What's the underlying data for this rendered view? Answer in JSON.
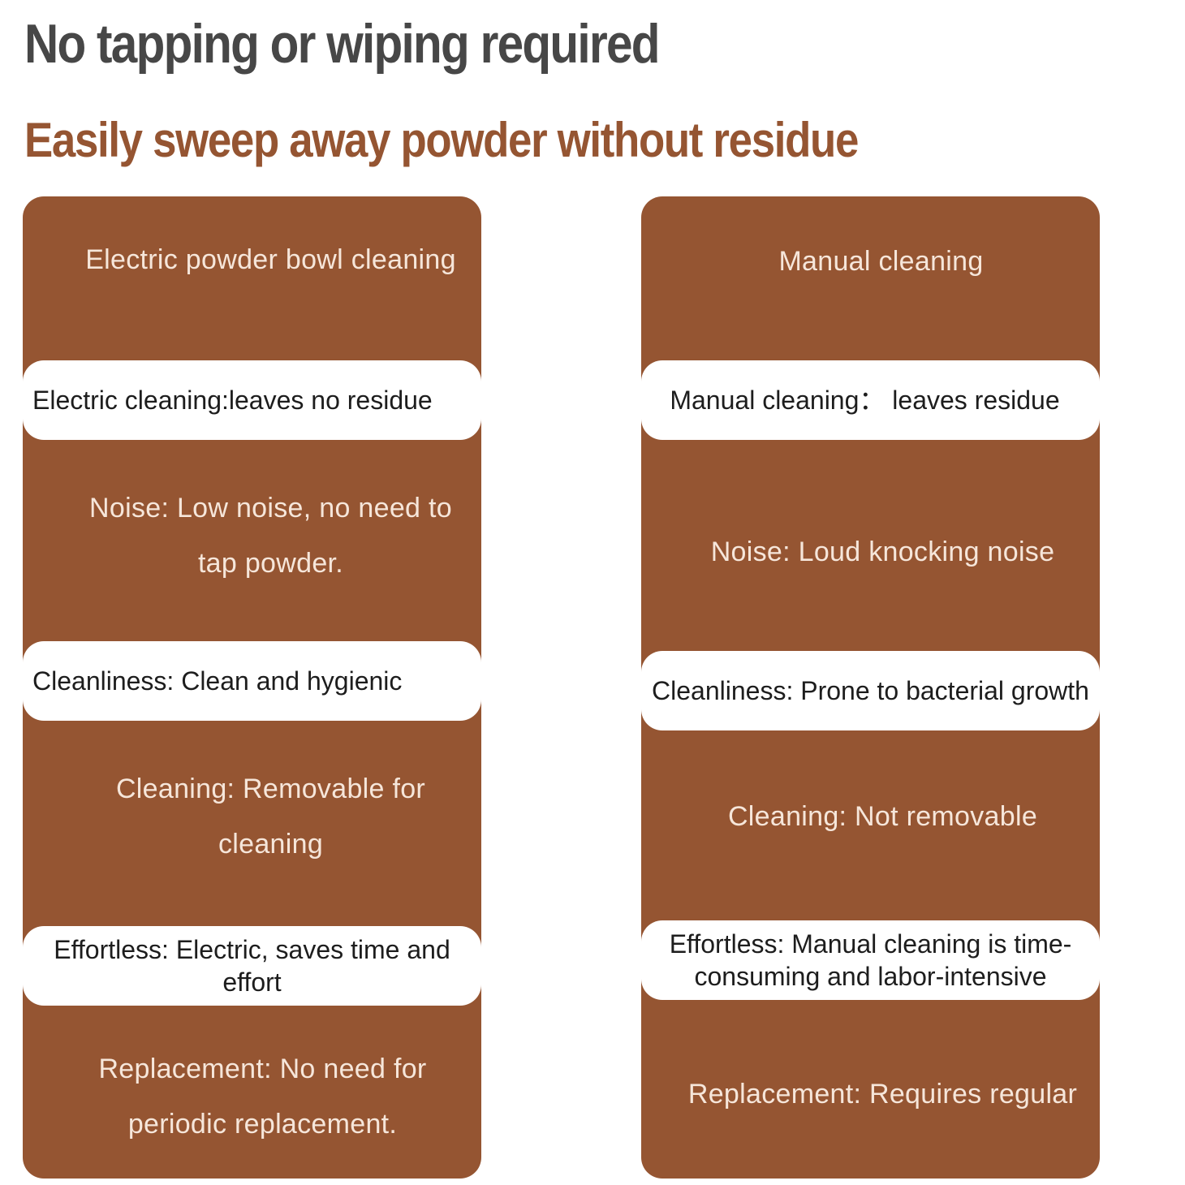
{
  "headline": "No tapping or wiping required",
  "subheadline": "Easily sweep away powder without residue",
  "colors": {
    "brown": "#955532",
    "headline": "#474747",
    "white": "#ffffff"
  },
  "left_column": {
    "title": "Electric powder bowl cleaning",
    "residue": "Electric cleaning:leaves no residue",
    "noise": "Noise: Low noise, no need to tap powder.",
    "cleanliness": "Cleanliness: Clean and hygienic",
    "cleaning": "Cleaning: Removable for cleaning",
    "effortless": "Effortless: Electric, saves time and effort",
    "replacement": "Replacement: No need for periodic replacement."
  },
  "right_column": {
    "title": "Manual cleaning",
    "residue": "Manual cleaning： leaves residue",
    "noise": "Noise: Loud knocking noise",
    "cleanliness": "Cleanliness: Prone to bacterial growth",
    "cleaning": "Cleaning: Not removable",
    "effortless": "Effortless: Manual cleaning is time-consuming and labor-intensive",
    "replacement": "Replacement: Requires regular"
  }
}
